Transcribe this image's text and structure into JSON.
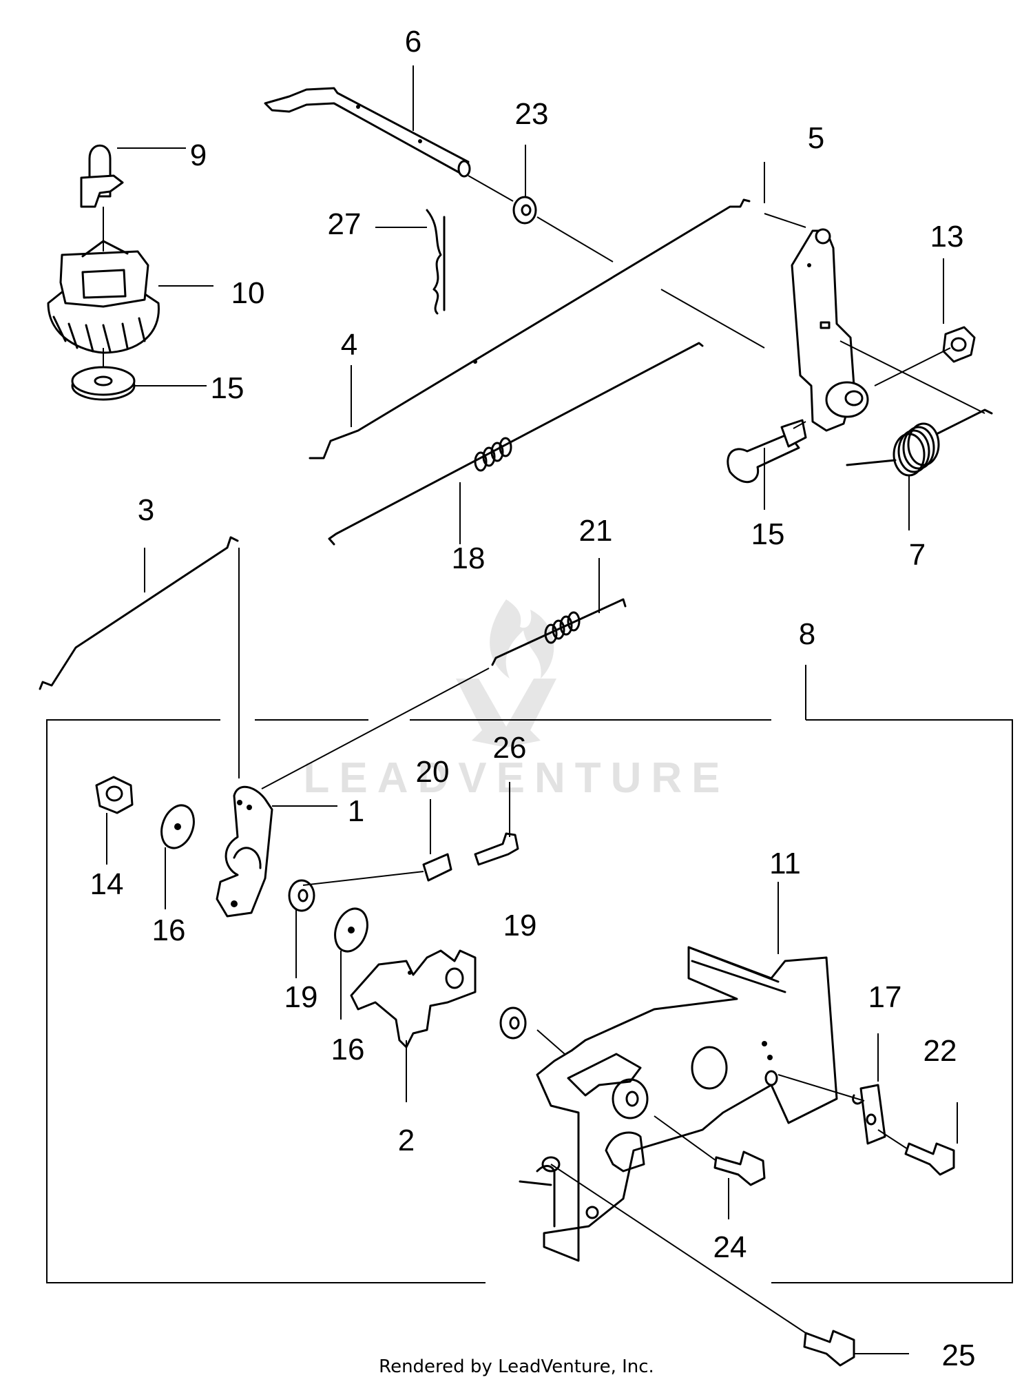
{
  "watermark": {
    "brand": "LEADVENTURE"
  },
  "footer": {
    "credit": "Rendered by LeadVenture, Inc."
  },
  "callouts": {
    "c1": "1",
    "c2": "2",
    "c3": "3",
    "c4": "4",
    "c5": "5",
    "c6": "6",
    "c7": "7",
    "c8": "8",
    "c9": "9",
    "c10": "10",
    "c11": "11",
    "c13": "13",
    "c14": "14",
    "c15a": "15",
    "c15b": "15",
    "c16a": "16",
    "c16b": "16",
    "c17": "17",
    "c18": "18",
    "c19a": "19",
    "c19b": "19",
    "c20": "20",
    "c21": "21",
    "c22": "22",
    "c23": "23",
    "c24": "24",
    "c25": "25",
    "c26": "26",
    "c27": "27"
  }
}
